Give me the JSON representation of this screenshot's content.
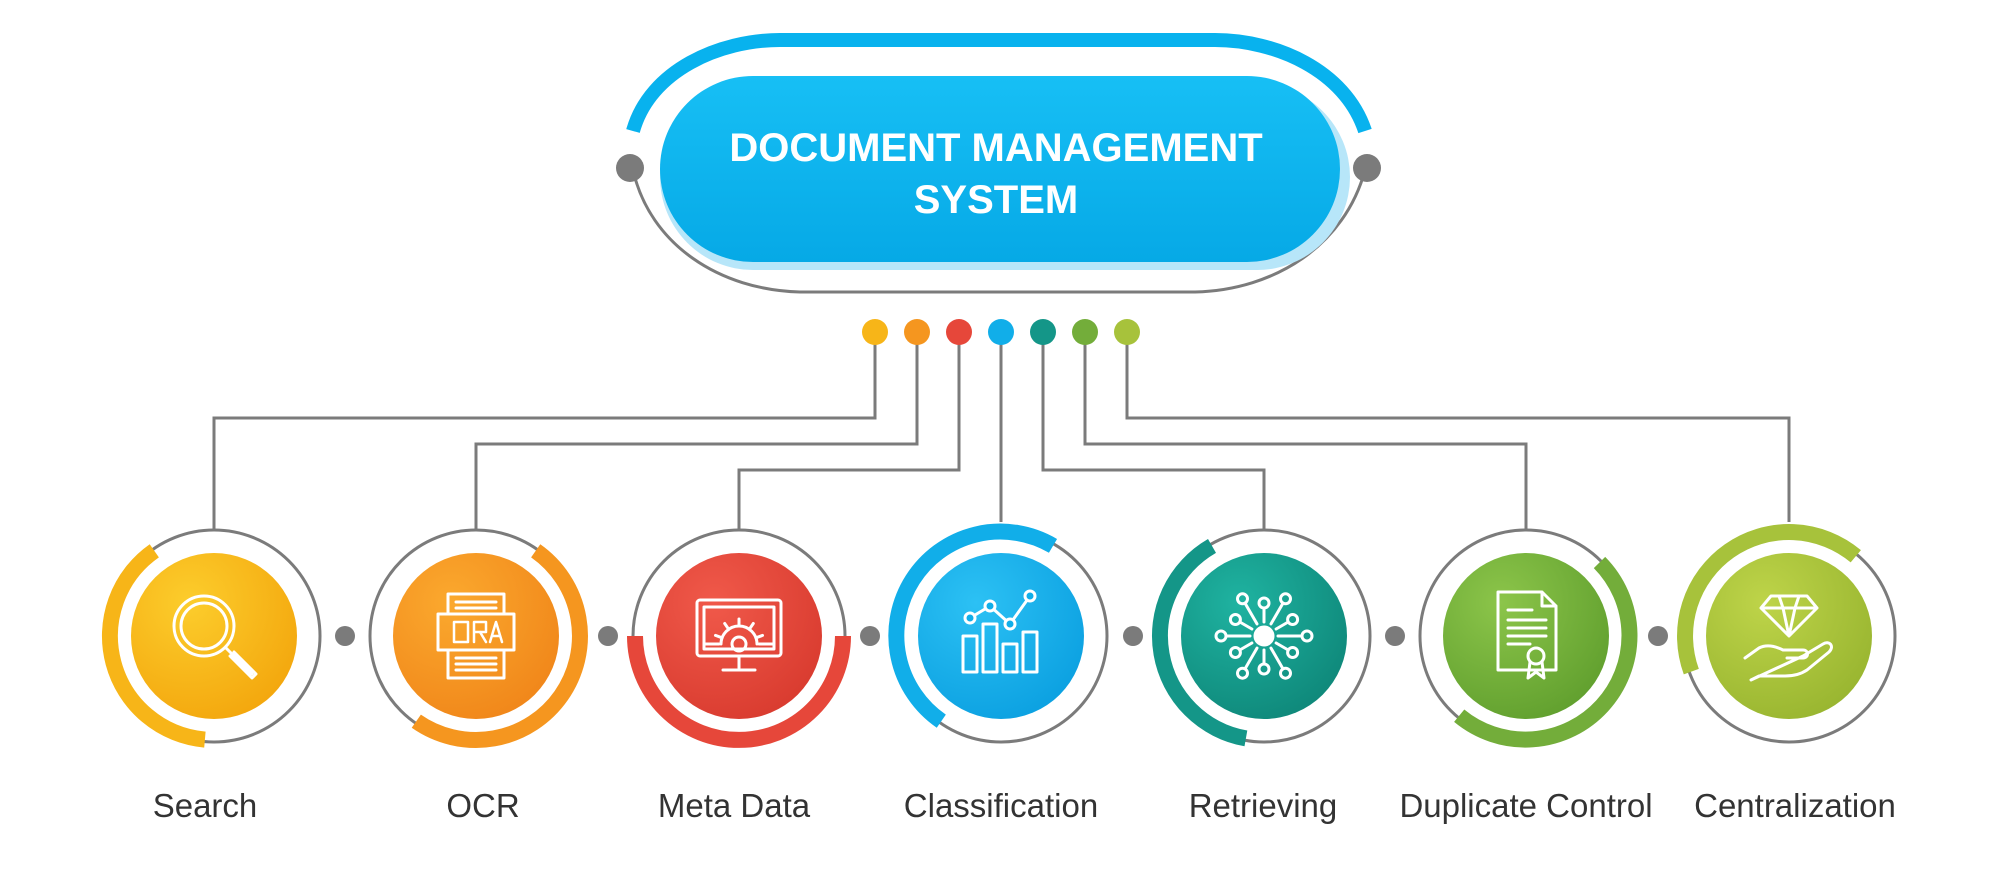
{
  "title": {
    "line1": "DOCUMENT MANAGEMENT",
    "line2": "SYSTEM",
    "color": "#08b2ee"
  },
  "nodes": [
    {
      "label": "Search",
      "icon": "magnifier-icon",
      "color": "#f7b518"
    },
    {
      "label": "OCR",
      "icon": "ocr-scanner-icon",
      "color": "#f5961f"
    },
    {
      "label": "Meta Data",
      "icon": "monitor-gear-icon",
      "color": "#e6473a"
    },
    {
      "label": "Classification",
      "icon": "bar-chart-icon",
      "color": "#11aee9"
    },
    {
      "label": "Retrieving",
      "icon": "network-hub-icon",
      "color": "#149688"
    },
    {
      "label": "Duplicate Control",
      "icon": "certificate-document-icon",
      "color": "#73ad3a"
    },
    {
      "label": "Centralization",
      "icon": "diamond-hand-icon",
      "color": "#a7c23b"
    }
  ],
  "connector_color": "#7b7b7b"
}
